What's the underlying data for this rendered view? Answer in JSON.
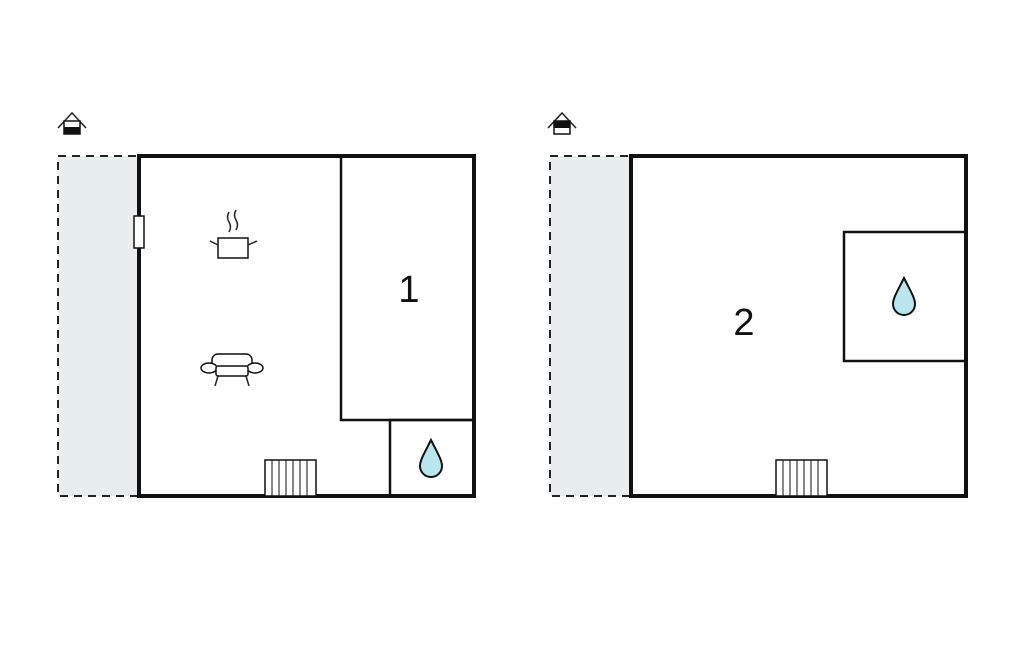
{
  "floors": [
    {
      "id": "floor-1",
      "room_label": "1",
      "icons": [
        "level-ground-icon",
        "cooking-pot-icon",
        "sofa-icon",
        "water-drop-icon",
        "stairs-icon",
        "door-icon"
      ]
    },
    {
      "id": "floor-2",
      "room_label": "2",
      "icons": [
        "level-upper-icon",
        "water-drop-icon",
        "stairs-icon"
      ]
    }
  ],
  "colors": {
    "terrace": "#e8eeed",
    "water": "#b9e6ef",
    "wall": "#111111"
  }
}
